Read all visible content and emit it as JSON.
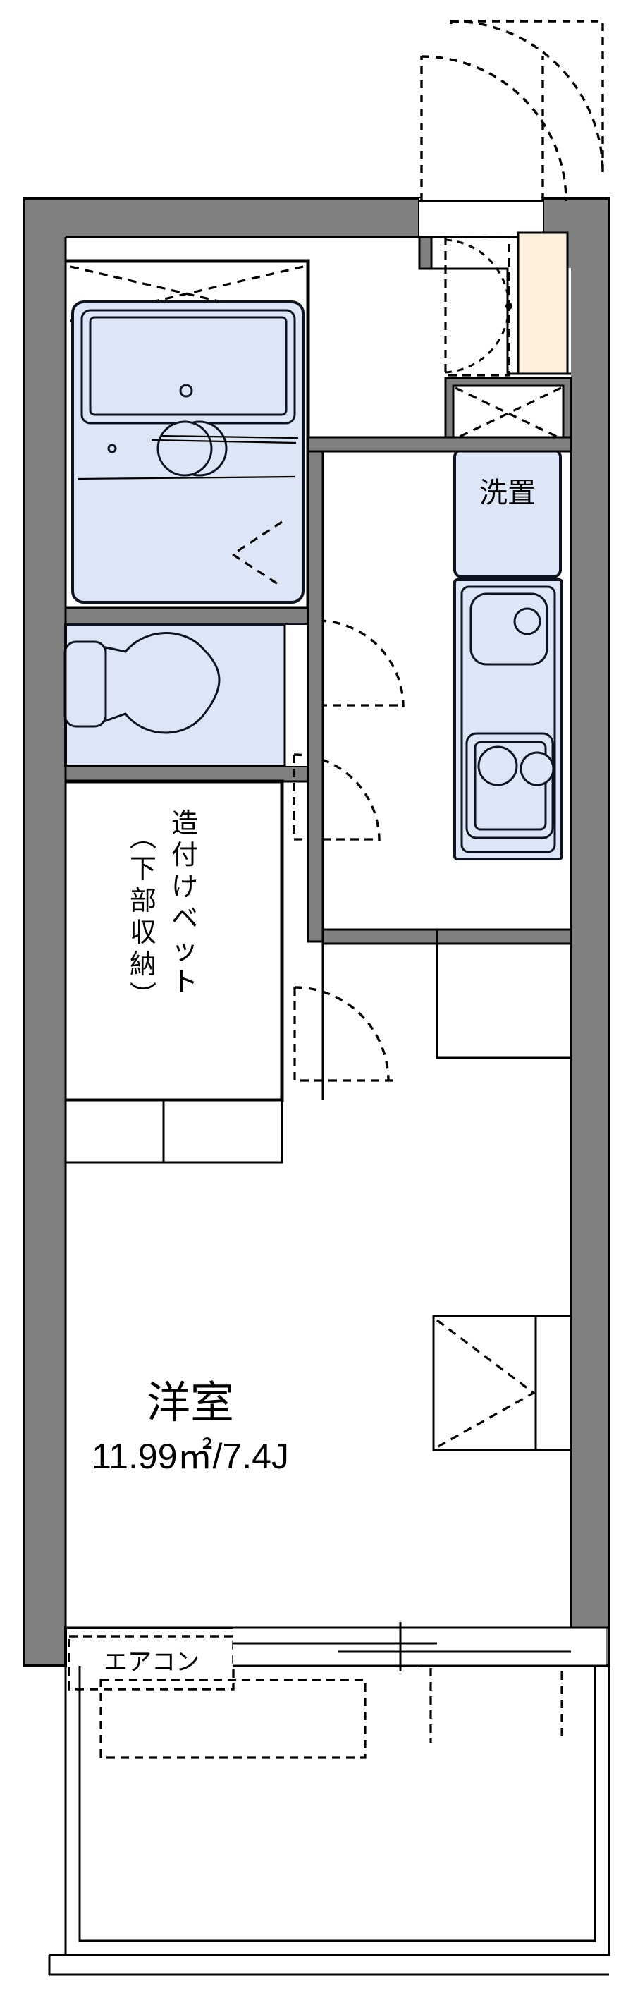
{
  "document": {
    "type": "floor-plan",
    "layout_name": "1K apartment floor plan",
    "background_color": "#ffffff",
    "wall_color": "#808080",
    "fixture_color": "#dde6f7",
    "genkan_color": "#fdf0dc",
    "outline_color": "#000000"
  },
  "rooms": [
    {
      "id": "main-room",
      "name_label": "洋室",
      "area_label": "11.99㎡/7.4J",
      "area_sqm": 11.99,
      "area_jo": 7.4
    },
    {
      "id": "storage-washer",
      "name_label": "洗置"
    },
    {
      "id": "built-in-bed",
      "name_label_line1": "造付けベット",
      "name_label_line2": "（下部収納）"
    }
  ],
  "annotations": {
    "aircon_label": "エアコン"
  },
  "fixtures": {
    "unit_bath": "unit-bath-with-tub-and-vanity",
    "toilet": "western-style-toilet",
    "kitchen_sink": "kitchen-sink",
    "stove": "two-burner-stove",
    "washer_space": "washing-machine-space",
    "shoe_closet": "shoe-closet",
    "entrance_door": "entrance-door",
    "balcony": "balcony"
  },
  "icon_names": {
    "door_swing": "door-swing-arc-icon",
    "sliding_window": "sliding-window-icon",
    "closet_dashed": "closet-dashed-outline-icon",
    "aircon_dashed": "aircon-dashed-outline-icon",
    "x_mark": "x-cross-icon"
  }
}
